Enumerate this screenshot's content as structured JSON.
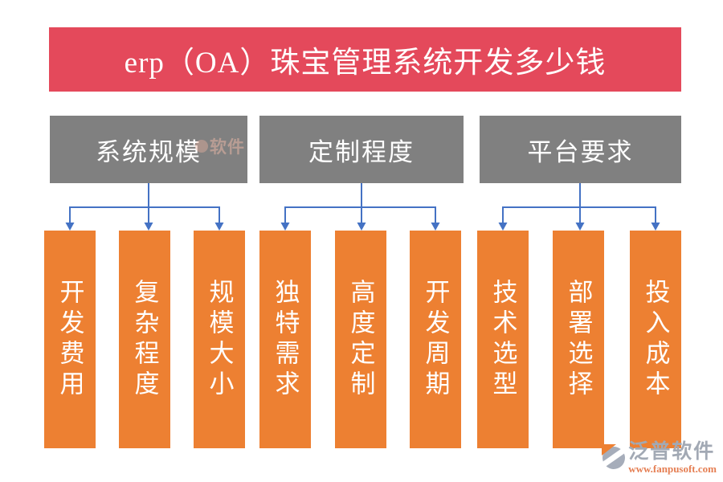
{
  "title": {
    "text": "erp（OA）珠宝管理系统开发多少钱"
  },
  "colors": {
    "banner_red": "#e4495b",
    "box_gray": "#808080",
    "box_orange": "#ed8032",
    "arrow_blue": "#4472c4",
    "logo_gray": "#a2a9b4",
    "logo_url_orange": "#e57e52"
  },
  "groups": [
    {
      "label": "系统规模",
      "children": [
        "开发费用",
        "复杂程度",
        "规模大小"
      ]
    },
    {
      "label": "定制程度",
      "children": [
        "独特需求",
        "高度定制",
        "开发周期"
      ]
    },
    {
      "label": "平台要求",
      "children": [
        "技术选型",
        "部署选择",
        "投入成本"
      ]
    }
  ],
  "watermark": {
    "faint_text": "软件",
    "brand": "泛普软件",
    "url": "www.fanpusoft.com"
  }
}
